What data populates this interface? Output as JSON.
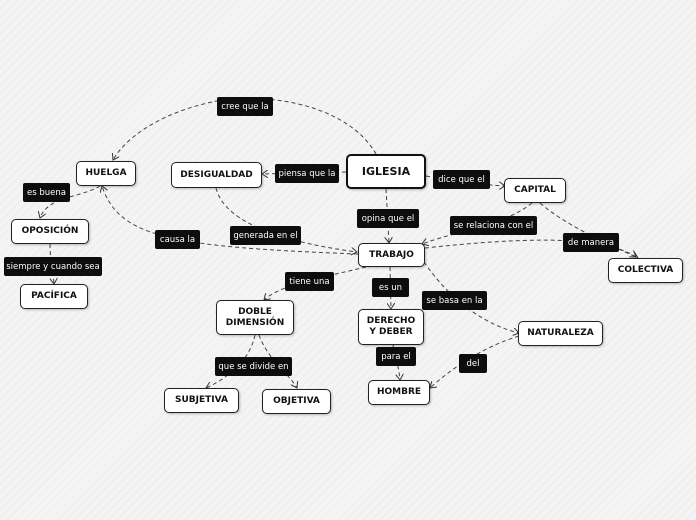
{
  "diagram": {
    "central_topic": "IGLESIA",
    "nodes": {
      "iglesia": "IGLESIA",
      "huelga": "HUELGA",
      "desigualdad": "DESIGUALDAD",
      "capital": "CAPITAL",
      "oposicion": "OPOSICIÓN",
      "pacifica": "PACÍFICA",
      "trabajo": "TRABAJO",
      "colectiva": "COLECTIVA",
      "doble_dimension": "DOBLE DIMENSIÓN",
      "derecho_y_deber": "DERECHO Y DEBER",
      "naturaleza": "NATURALEZA",
      "subjetiva": "SUBJETIVA",
      "objetiva": "OBJETIVA",
      "hombre": "HOMBRE"
    },
    "links": {
      "cree_que_la": "cree que la",
      "piensa_que_la": "piensa que la",
      "dice_que_el": "dice que el",
      "es_buena": "es buena",
      "opina_que_el": "opina que el",
      "se_relaciona_con_el": "se relaciona con el",
      "causa_la": "causa la",
      "generada_en_el": "generada en el",
      "de_manera": "de manera",
      "siempre_y_cuando_sea": "siempre y cuando sea",
      "tiene_una": "tiene una",
      "es_un": "es un",
      "se_basa_en_la": "se basa en la",
      "para_el": "para el",
      "que_se_divide_en": "que se divide en",
      "del": "del"
    }
  }
}
